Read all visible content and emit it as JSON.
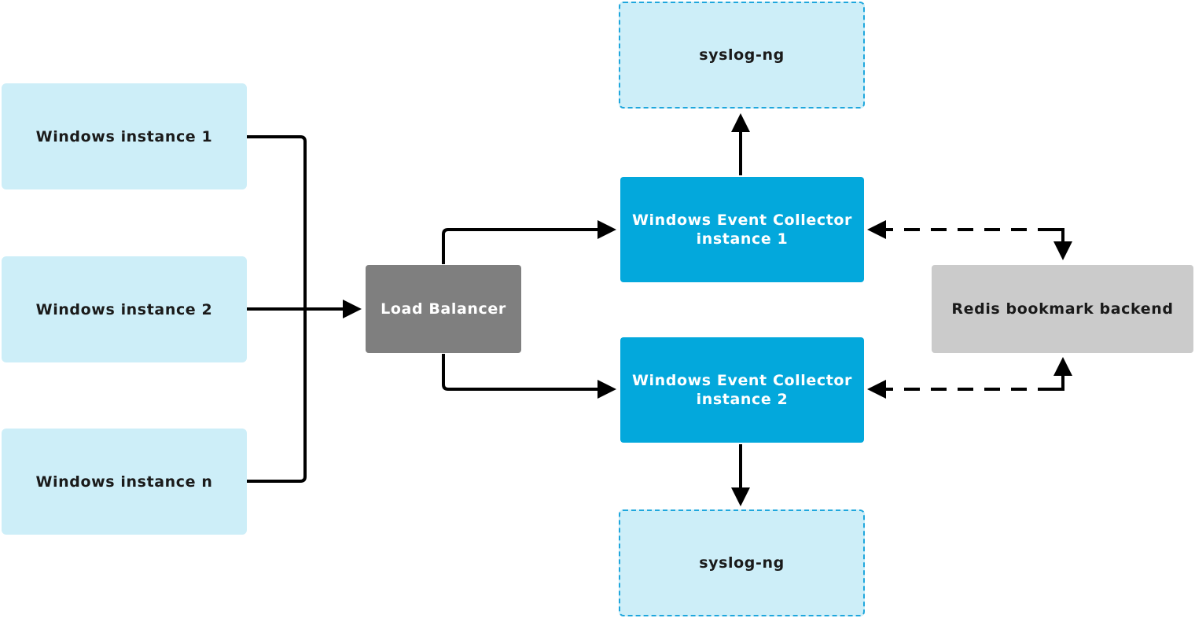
{
  "nodes": {
    "win1": {
      "label": "Windows instance 1"
    },
    "win2": {
      "label": "Windows instance 2"
    },
    "winn": {
      "label": "Windows instance n"
    },
    "lb": {
      "label": "Load Balancer"
    },
    "wec1": {
      "line1": "Windows Event Collector",
      "line2": "instance 1"
    },
    "wec2": {
      "line1": "Windows Event Collector",
      "line2": "instance 2"
    },
    "syslog_top": {
      "label": "syslog-ng"
    },
    "syslog_bottom": {
      "label": "syslog-ng"
    },
    "redis": {
      "label": "Redis bookmark backend"
    }
  },
  "colors": {
    "windows_fill": "#cdeef8",
    "syslog_border": "#1fa7dd",
    "load_balancer_fill": "#7f7f7f",
    "collector_fill": "#03a8dc",
    "redis_fill": "#cbcbcb",
    "edge": "#000000"
  }
}
